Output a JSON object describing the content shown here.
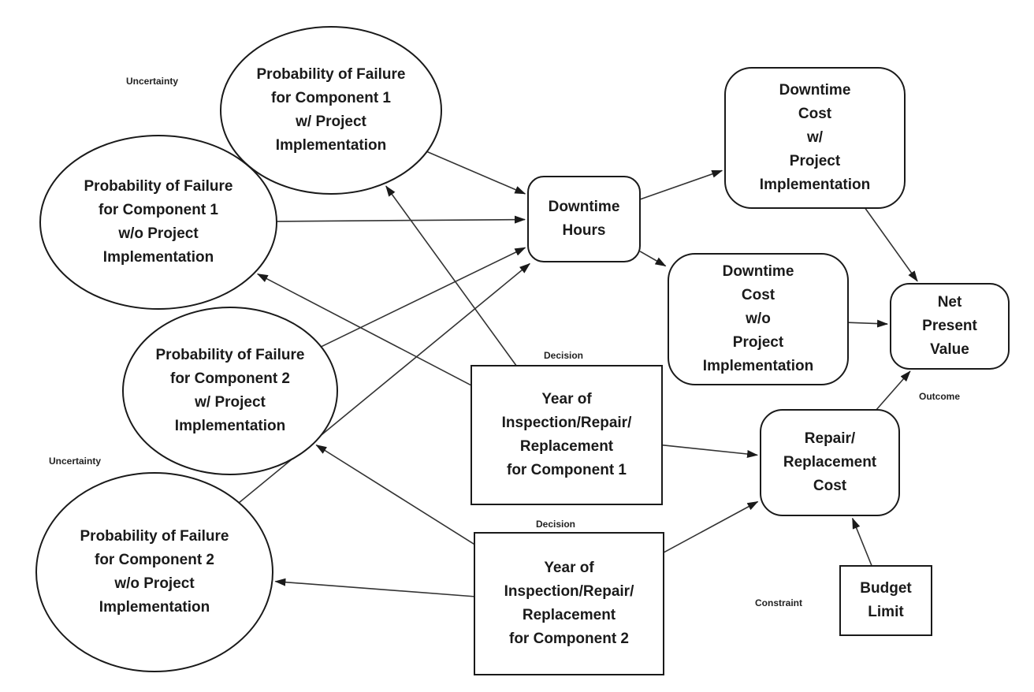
{
  "colors": {
    "stroke": "#1a1a1a",
    "edge": "#333333",
    "background": "#ffffff"
  },
  "nodes": [
    {
      "id": "pof1_with",
      "shape": "ellipse",
      "lines": [
        "Probability of Failure",
        "for Component 1",
        "w/ Project",
        "Implementation"
      ]
    },
    {
      "id": "pof1_without",
      "shape": "ellipse",
      "lines": [
        "Probability of Failure",
        "for Component 1",
        "w/o Project",
        "Implementation"
      ]
    },
    {
      "id": "pof2_with",
      "shape": "ellipse",
      "lines": [
        "Probability of Failure",
        "for Component 2",
        "w/ Project",
        "Implementation"
      ]
    },
    {
      "id": "pof2_without",
      "shape": "ellipse",
      "lines": [
        "Probability of Failure",
        "for Component 2",
        "w/o Project",
        "Implementation"
      ]
    },
    {
      "id": "downtime_hours",
      "shape": "rounded",
      "lines": [
        "Downtime",
        "Hours"
      ]
    },
    {
      "id": "dc_with",
      "shape": "rounded",
      "lines": [
        "Downtime",
        "Cost",
        "w/",
        "Project",
        "Implementation"
      ]
    },
    {
      "id": "dc_without",
      "shape": "rounded",
      "lines": [
        "Downtime",
        "Cost",
        "w/o",
        "Project",
        "Implementation"
      ]
    },
    {
      "id": "npv",
      "shape": "rounded",
      "lines": [
        "Net",
        "Present",
        "Value"
      ]
    },
    {
      "id": "year1",
      "shape": "rect",
      "lines": [
        "Year of",
        "Inspection/Repair/",
        "Replacement",
        "for Component 1"
      ]
    },
    {
      "id": "year2",
      "shape": "rect",
      "lines": [
        "Year of",
        "Inspection/Repair/",
        "Replacement",
        "for Component 2"
      ]
    },
    {
      "id": "repair_cost",
      "shape": "rounded",
      "lines": [
        "Repair/",
        "Replacement",
        "Cost"
      ]
    },
    {
      "id": "budget",
      "shape": "rect",
      "lines": [
        "Budget",
        "Limit"
      ]
    }
  ],
  "tags": [
    {
      "id": "tag-uncertainty-1",
      "text": "Uncertainty"
    },
    {
      "id": "tag-uncertainty-2",
      "text": "Uncertainty"
    },
    {
      "id": "tag-decision-1",
      "text": "Decision"
    },
    {
      "id": "tag-decision-2",
      "text": "Decision"
    },
    {
      "id": "tag-outcome",
      "text": "Outcome"
    },
    {
      "id": "tag-constraint",
      "text": "Constraint"
    }
  ],
  "edges": [
    {
      "from": "pof1_with",
      "to": "downtime_hours"
    },
    {
      "from": "pof1_without",
      "to": "downtime_hours"
    },
    {
      "from": "pof2_with",
      "to": "downtime_hours"
    },
    {
      "from": "pof2_without",
      "to": "downtime_hours"
    },
    {
      "from": "downtime_hours",
      "to": "dc_with"
    },
    {
      "from": "downtime_hours",
      "to": "dc_without"
    },
    {
      "from": "dc_with",
      "to": "npv"
    },
    {
      "from": "dc_without",
      "to": "npv"
    },
    {
      "from": "repair_cost",
      "to": "npv"
    },
    {
      "from": "year1",
      "to": "pof1_with"
    },
    {
      "from": "year1",
      "to": "pof1_without"
    },
    {
      "from": "year1",
      "to": "repair_cost"
    },
    {
      "from": "year2",
      "to": "pof2_with"
    },
    {
      "from": "year2",
      "to": "pof2_without"
    },
    {
      "from": "year2",
      "to": "repair_cost"
    },
    {
      "from": "budget",
      "to": "repair_cost"
    }
  ]
}
